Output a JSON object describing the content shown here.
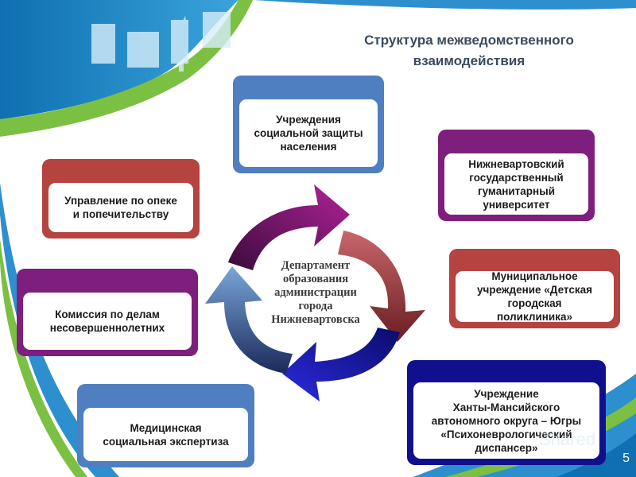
{
  "title": {
    "line1": "Структура межведомственного",
    "line2": "взаимодействия"
  },
  "center": {
    "line1": "Департамент",
    "line2": "образования",
    "line3": "администрации",
    "line4": "города",
    "line5": "Нижневартовска"
  },
  "cards": {
    "social_protection": {
      "line1": "Учреждения",
      "line2": "социальной защиты",
      "line3": "населения"
    },
    "university": {
      "line1": "Нижневартовский",
      "line2": "государственный",
      "line3": "гуманитарный",
      "line4": "университет"
    },
    "guardianship": {
      "line1": "Управление по опеке",
      "line2": "и попечительству"
    },
    "polyclinic": {
      "line1": "Муниципальное",
      "line2": "учреждение «Детская",
      "line3": "городская",
      "line4": "поликлиника»"
    },
    "minors_commission": {
      "line1": "Комиссия по делам",
      "line2": "несовершеннолетних"
    },
    "dispensary": {
      "line1": "Учреждение",
      "line2": "Ханты-Мансийского",
      "line3": "автономного округа – Югры",
      "line4": "«Психоневрологический",
      "line5": "диспансер»"
    },
    "medical_expertise": {
      "line1": "Медицинская",
      "line2": "социальная экспертиза"
    }
  },
  "colors": {
    "blue": "#4f7fc0",
    "purple": "#7e1f7d",
    "red": "#b5433f",
    "navy": "#10108f"
  },
  "page_number": "5",
  "watermark": "Shared"
}
